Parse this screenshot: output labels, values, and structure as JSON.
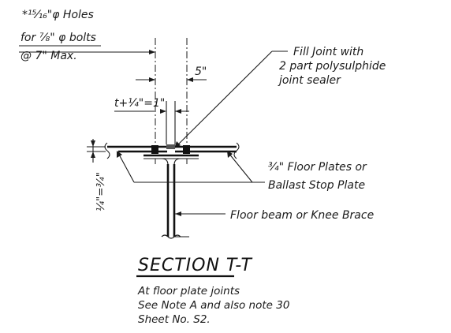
{
  "holes_note": {
    "line1": "*¹⁵⁄₁₆\"φ Holes",
    "line2": "for ⁷⁄₈\" φ bolts",
    "line3": "@ 7\" Max."
  },
  "dim_5": "5\"",
  "dim_t": "t+¼\"=1\"",
  "dim_left": "¼\"=¾\"",
  "fill_joint": {
    "line1": "Fill Joint with",
    "line2": "2 part polysulphide",
    "line3": "joint sealer"
  },
  "plates": {
    "line1": "¾\" Floor Plates or",
    "line2": "Ballast Stop Plate"
  },
  "beam_label": "Floor beam or Knee Brace",
  "section_title": "SECTION T-T",
  "notes": {
    "line1": "At floor plate joints",
    "line2": "See Note A and also note 30",
    "line3": "Sheet No. S2."
  }
}
